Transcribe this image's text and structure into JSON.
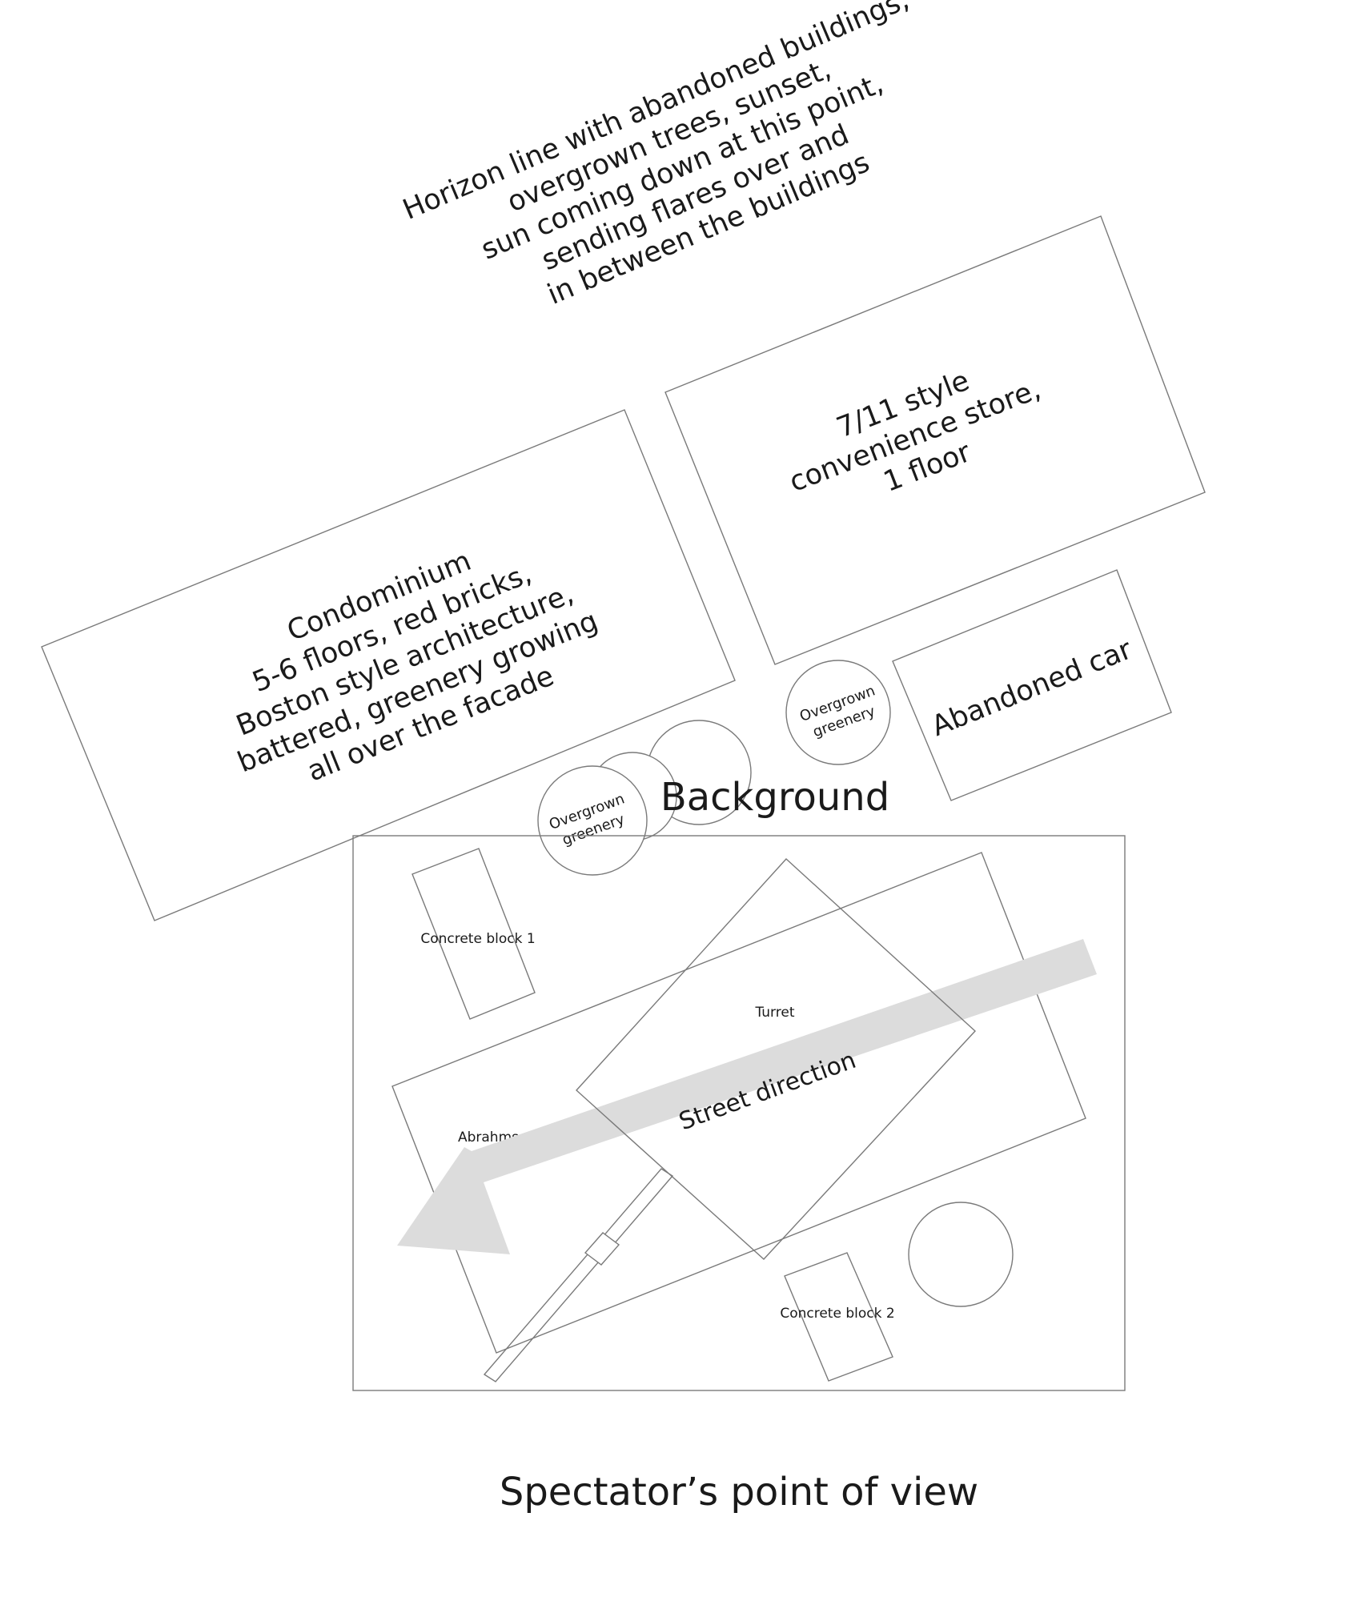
{
  "horizon_note": [
    "Horizon line with abandoned buildings,",
    "overgrown trees, sunset,",
    "sun coming down at this point,",
    "sending flares over and",
    "in between the buildings"
  ],
  "convenience_store": [
    "7/11 style",
    "convenience store,",
    "1 floor"
  ],
  "condominium": [
    "Condominium",
    "5-6 floors, red bricks,",
    "Boston style architecture,",
    "battered, greenery growing",
    "all over the facade"
  ],
  "abandoned_car": "Abandoned car",
  "greenery_left": [
    "Overgrown",
    "greenery"
  ],
  "greenery_right": [
    "Overgrown",
    "greenery"
  ],
  "background_label": "Background",
  "concrete_block_1": "Concrete block 1",
  "concrete_block_2": "Concrete block 2",
  "turret_label": "Turret",
  "abrahms_label": "Abrahms",
  "street_direction": "Street direction",
  "spectator_label": "Spectator’s point of view",
  "colors": {
    "outline": "#7a7a7a",
    "arrow_fill": "#dcdcdc",
    "text": "#1a1a1a"
  }
}
